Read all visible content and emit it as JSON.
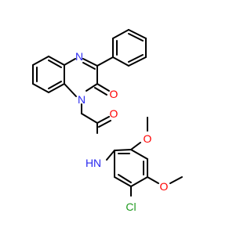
{
  "molecule": {
    "atoms": {
      "n4": {
        "text": "N",
        "color": "#2a2af0"
      },
      "n1": {
        "text": "N",
        "color": "#2a2af0"
      },
      "o_ring": {
        "text": "O",
        "color": "#ff0000"
      },
      "o_amide": {
        "text": "O",
        "color": "#ff0000"
      },
      "nh": {
        "text": "H",
        "color": "#2a2af0"
      },
      "nh_n": {
        "text": "N",
        "color": "#2a2af0"
      },
      "o_ome1": {
        "text": "O",
        "color": "#ff0000"
      },
      "o_ome2": {
        "text": "O",
        "color": "#ff0000"
      },
      "cl": {
        "text": "Cl",
        "color": "#1f9a1f"
      }
    },
    "colors": {
      "bond": "#000000",
      "background": "#ffffff"
    }
  }
}
